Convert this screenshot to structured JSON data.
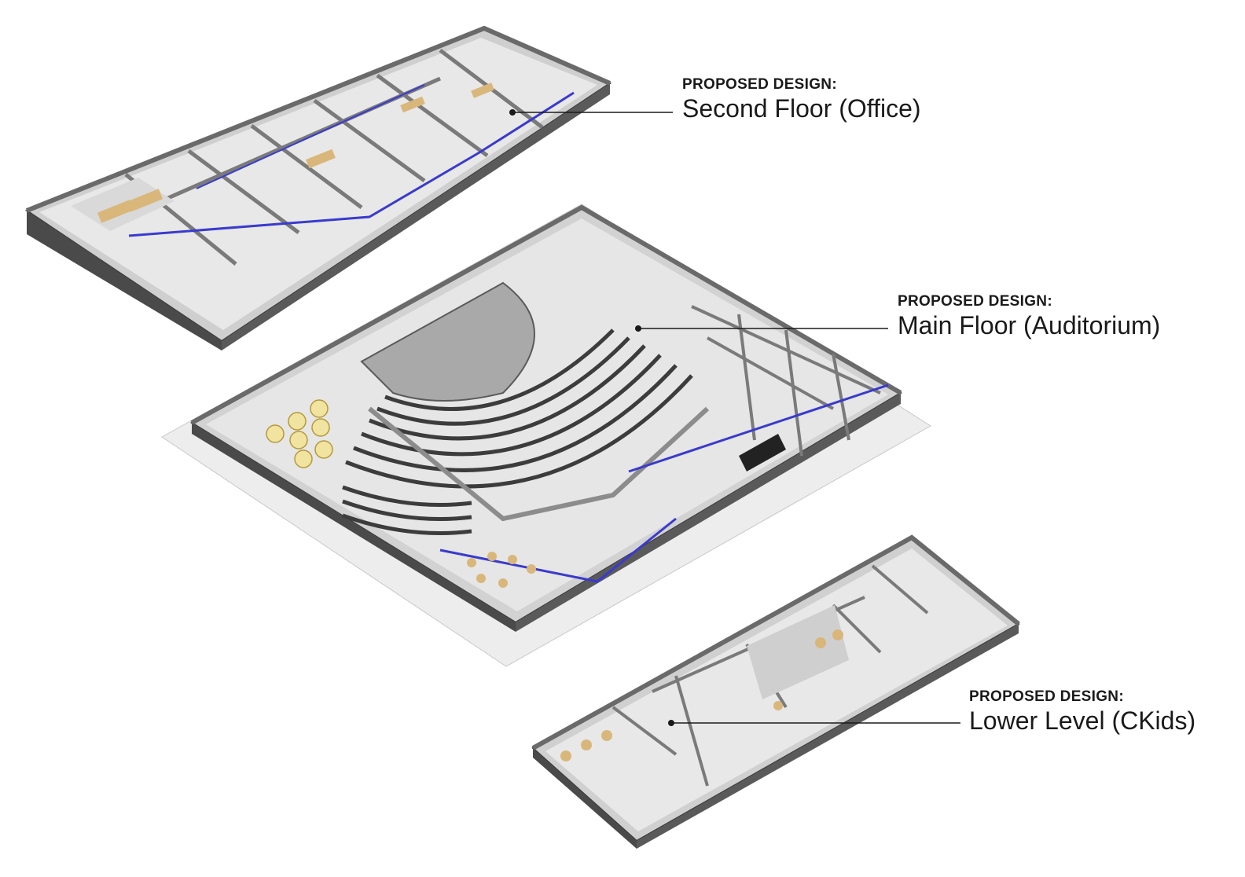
{
  "floors": [
    {
      "id": "office",
      "kicker": "PROPOSED DESIGN:",
      "title": "Second Floor (Office)"
    },
    {
      "id": "auditorium",
      "kicker": "PROPOSED DESIGN:",
      "title": "Main Floor (Auditorium)"
    },
    {
      "id": "ckids",
      "kicker": "PROPOSED DESIGN:",
      "title": "Lower Level (CKids)"
    }
  ],
  "colors": {
    "wall_dark": "#4a4a4a",
    "wall_mid": "#8c8c8c",
    "floor_light": "#e6e6e6",
    "accent_window": "#3a3ad0",
    "seat_dark": "#3c3c3c",
    "table_wood": "#d9b77a",
    "table_yellow": "#f1e3a0",
    "leader_line": "#1a1a1a"
  },
  "icons": [
    "isometric-floor-plan",
    "auditorium-seating",
    "round-table",
    "staircase"
  ]
}
